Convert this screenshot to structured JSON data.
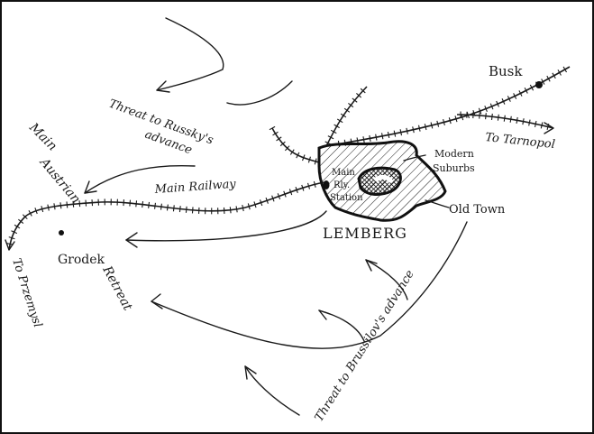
{
  "map": {
    "labels": {
      "busk": "Busk",
      "to_tarnopol": "To Tarnopol",
      "modern_suburbs_1": "Modern",
      "modern_suburbs_2": "Suburbs",
      "main_rly_station_1": "Main",
      "main_rly_station_2": "Rly.",
      "main_rly_station_3": "Station",
      "old_town": "Old Town",
      "lemberg": "LEMBERG",
      "main_railway": "Main Railway",
      "threat_russky_1": "Threat to Russky's",
      "threat_russky_2": "advance",
      "main_austrian_1": "Main",
      "main_austrian_2": "Austrian",
      "retreat": "Retreat",
      "grodek": "Grodek",
      "to_przemysl": "To Przemysl",
      "threat_brussilov": "Threat to Brussilov's advance"
    }
  }
}
